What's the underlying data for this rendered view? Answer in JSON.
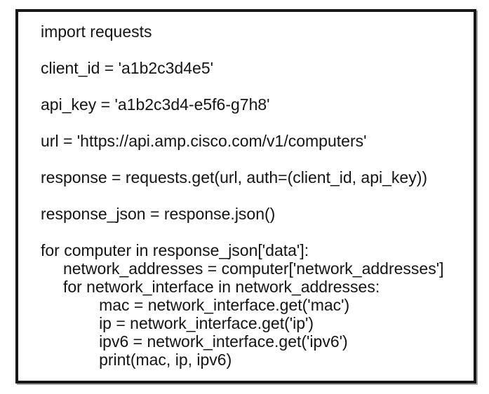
{
  "colors": {
    "page_background": "#ffffff",
    "box_border": "#171717",
    "code_text": "#141414"
  },
  "code_box": {
    "language_visible": "python-style code",
    "lines": [
      "import requests",
      "",
      "client_id = 'a1b2c3d4e5'",
      "",
      "api_key = 'a1b2c3d4-e5f6-g7h8'",
      "",
      "url = 'https://api.amp.cisco.com/v1/computers'",
      "",
      "response = requests.get(url, auth=(client_id, api_key))",
      "",
      "response_json = response.json()",
      "",
      "for computer in response_json['data']:",
      "     network_addresses = computer['network_addresses']",
      "     for network_interface in network_addresses:",
      "             mac = network_interface.get('mac')",
      "             ip = network_interface.get('ip')",
      "             ipv6 = network_interface.get('ipv6')",
      "             print(mac, ip, ipv6)"
    ]
  }
}
